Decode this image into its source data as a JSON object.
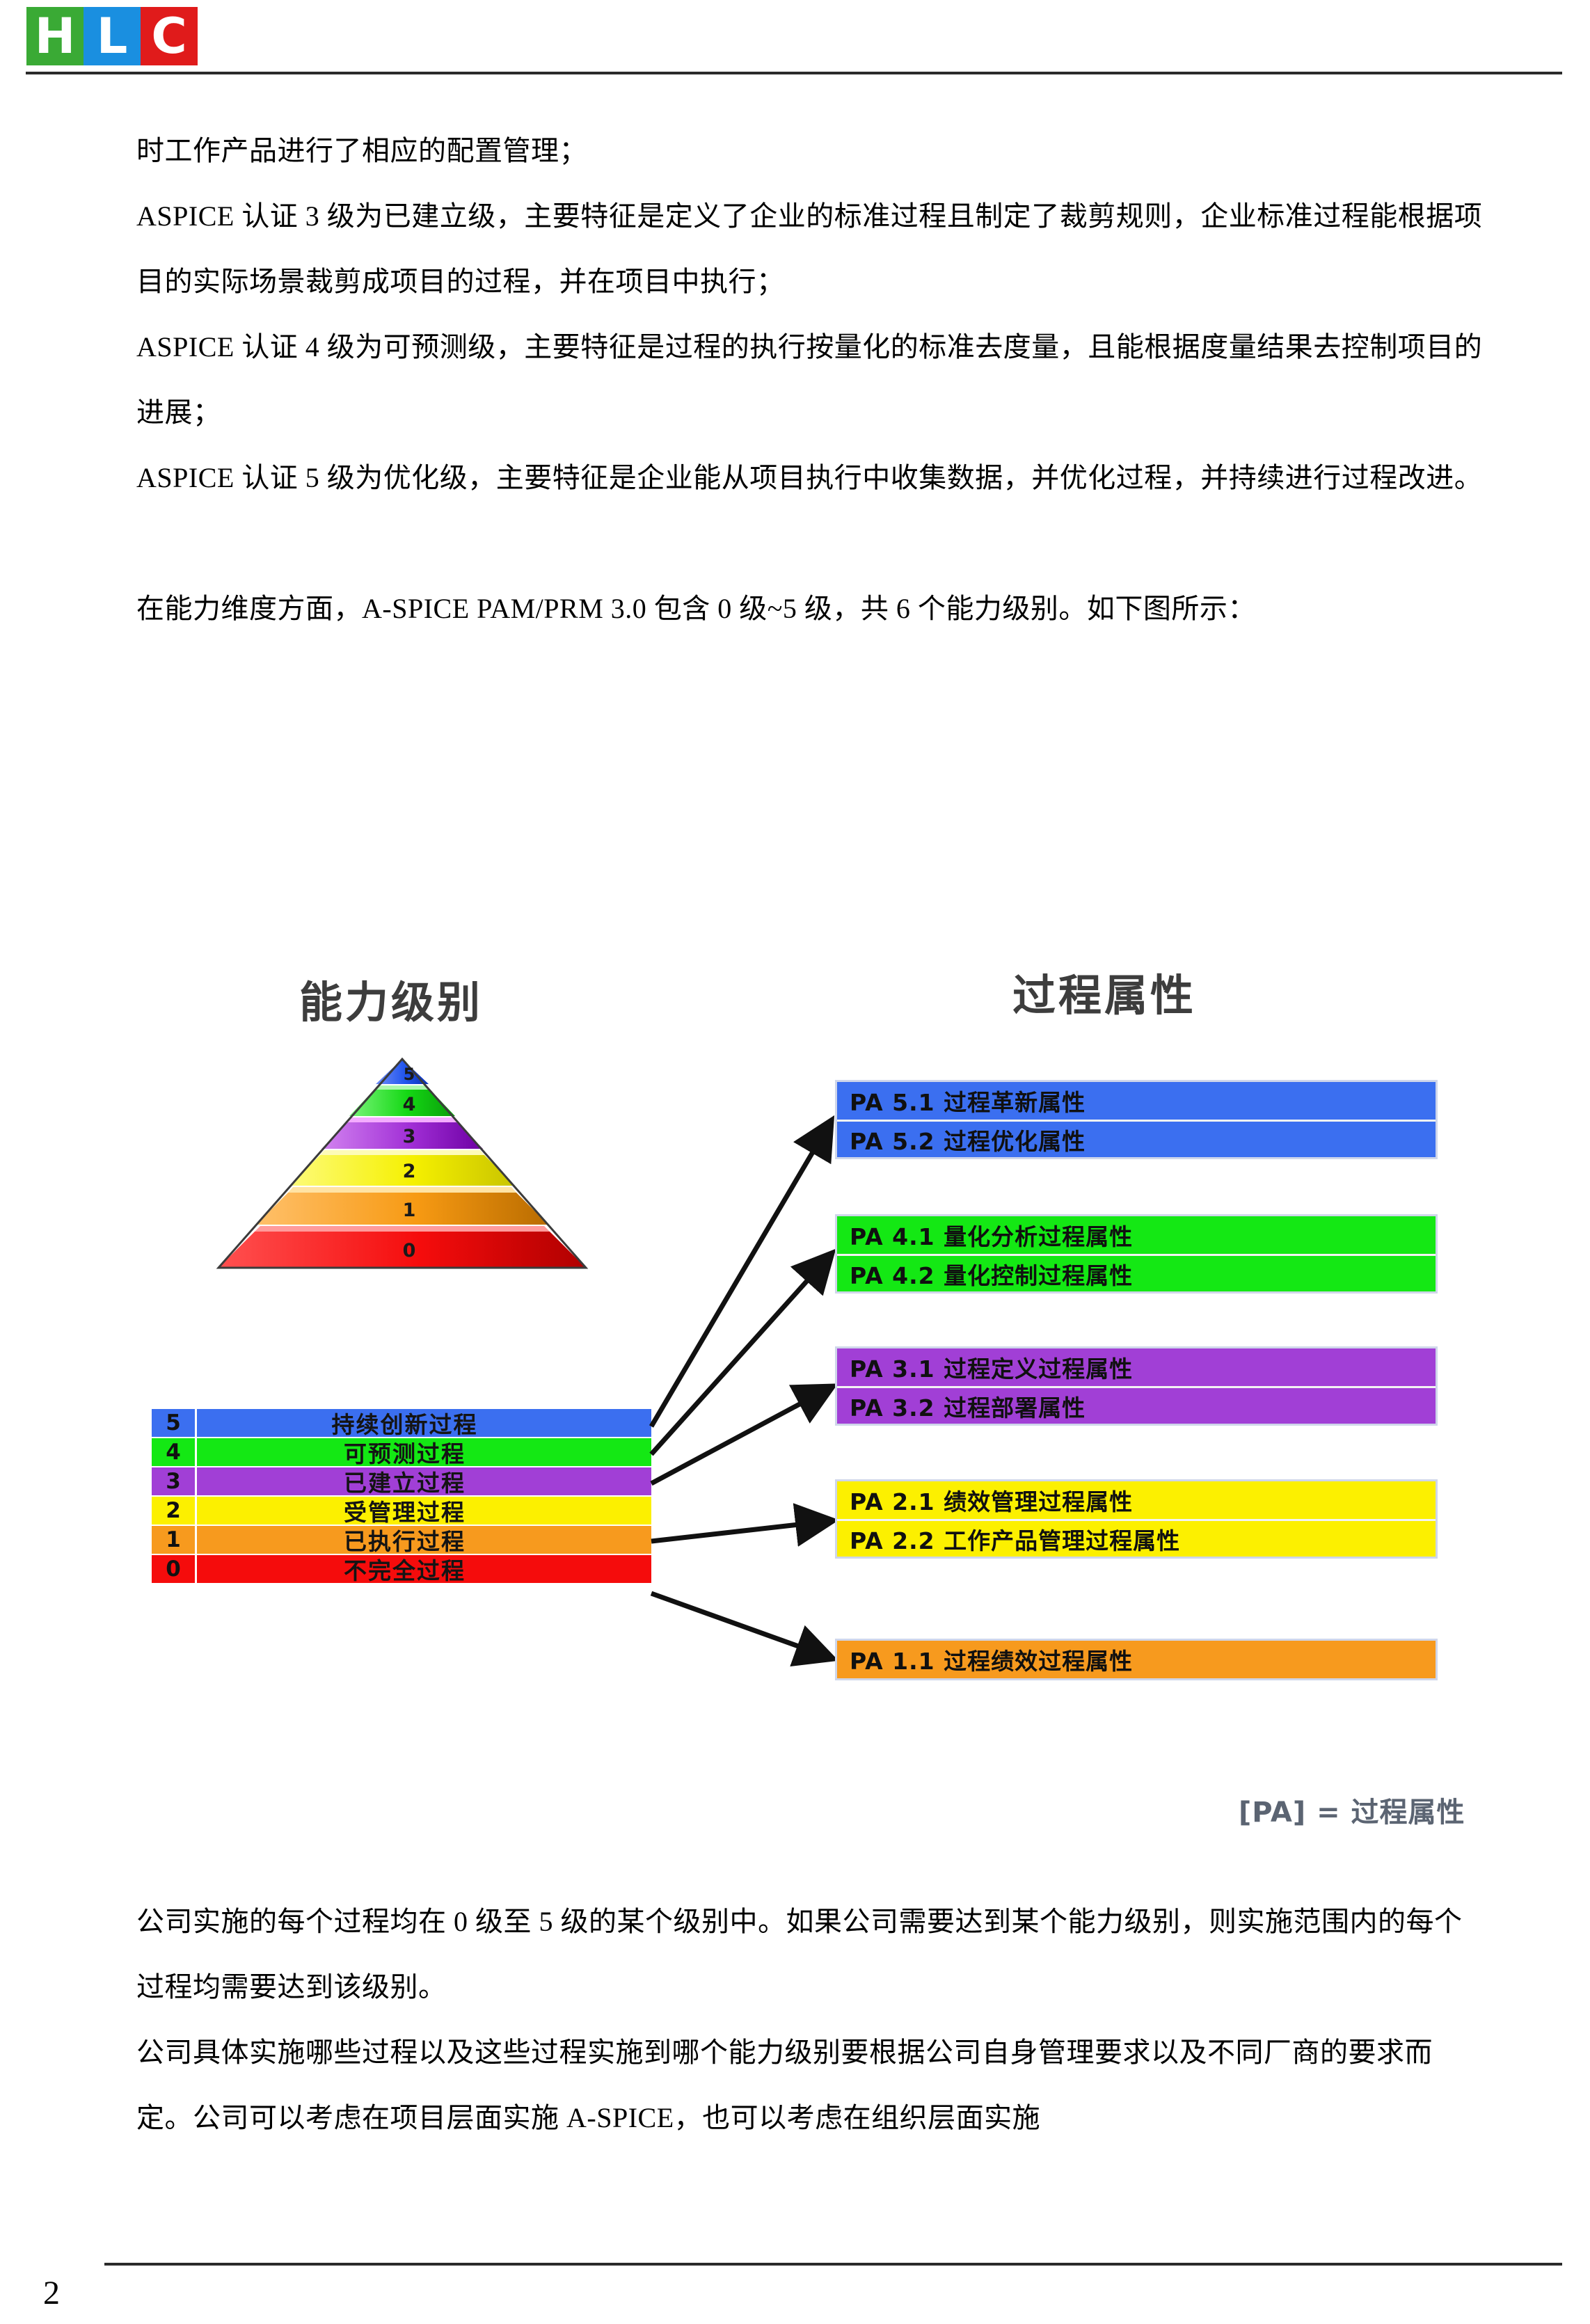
{
  "header": {
    "logo": {
      "letters": [
        "H",
        "L",
        "C"
      ],
      "colors": [
        "#3aaa35",
        "#1a8fe0",
        "#e01b1b"
      ]
    }
  },
  "body": {
    "paragraphs": [
      "时工作产品进行了相应的配置管理；",
      "ASPICE 认证 3 级为已建立级，主要特征是定义了企业的标准过程且制定了裁剪规则，企业标准过程能根据项目的实际场景裁剪成项目的过程，并在项目中执行；",
      "ASPICE 认证 4 级为可预测级，主要特征是过程的执行按量化的标准去度量，且能根据度量结果去控制项目的进展；",
      "ASPICE 认证 5 级为优化级，主要特征是企业能从项目执行中收集数据，并优化过程，并持续进行过程改进。",
      "在能力维度方面，A-SPICE PAM/PRM 3.0 包含 0 级~5 级，共 6 个能力级别。如下图所示："
    ],
    "paragraphs_after_figure": [
      "公司实施的每个过程均在 0 级至 5 级的某个级别中。如果公司需要达到某个能力级别，则实施范围内的每个过程均需要达到该级别。",
      "公司具体实施哪些过程以及这些过程实施到哪个能力级别要根据公司自身管理要求以及不同厂商的要求而定。公司可以考虑在项目层面实施 A-SPICE，也可以考虑在组织层面实施"
    ]
  },
  "figure": {
    "heading_left": "能力级别",
    "heading_right": "过程属性",
    "pa_note": "[PA] = 过程属性",
    "pyramid": {
      "levels": [
        "5",
        "4",
        "3",
        "2",
        "1",
        "0"
      ],
      "colors": [
        "#2255ee",
        "#14d814",
        "#a12fd6",
        "#f5f000",
        "#f79a13",
        "#f50c0c"
      ]
    },
    "legend": {
      "rows": [
        {
          "level": "5",
          "label": "持续创新过程",
          "color": "#3b6ff0"
        },
        {
          "level": "4",
          "label": "可预测过程",
          "color": "#14e814"
        },
        {
          "level": "3",
          "label": "已建立过程",
          "color": "#a13fd6"
        },
        {
          "level": "2",
          "label": "受管理过程",
          "color": "#fcf000"
        },
        {
          "level": "1",
          "label": "已执行过程",
          "color": "#f79a1e"
        },
        {
          "level": "0",
          "label": "不完全过程",
          "color": "#f50c0c"
        }
      ]
    },
    "pa_groups": [
      {
        "color": "#3b6ff0",
        "rows": [
          "PA 5.1 过程革新属性",
          "PA 5.2 过程优化属性"
        ]
      },
      {
        "color": "#14e814",
        "rows": [
          "PA 4.1 量化分析过程属性",
          "PA 4.2 量化控制过程属性"
        ]
      },
      {
        "color": "#a13fd6",
        "rows": [
          "PA 3.1 过程定义过程属性",
          "PA 3.2 过程部署属性"
        ]
      },
      {
        "color": "#fcf000",
        "rows": [
          "PA 2.1 绩效管理过程属性",
          "PA 2.2 工作产品管理过程属性"
        ]
      },
      {
        "color": "#f79a1e",
        "rows": [
          "PA 1.1 过程绩效过程属性"
        ]
      }
    ]
  },
  "footer": {
    "page_number": "2"
  }
}
